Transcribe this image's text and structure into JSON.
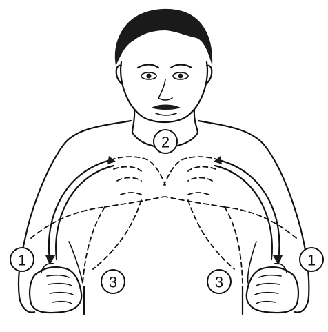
{
  "labels": {
    "motion_1_left": "1",
    "motion_1_right": "1",
    "motion_2": "2",
    "motion_3_left": "3",
    "motion_3_right": "3"
  },
  "icons": {
    "figure": "person-upper-body",
    "arrows": "curved-double-arrow"
  },
  "colors": {
    "ink": "#111111",
    "background": "#ffffff"
  }
}
